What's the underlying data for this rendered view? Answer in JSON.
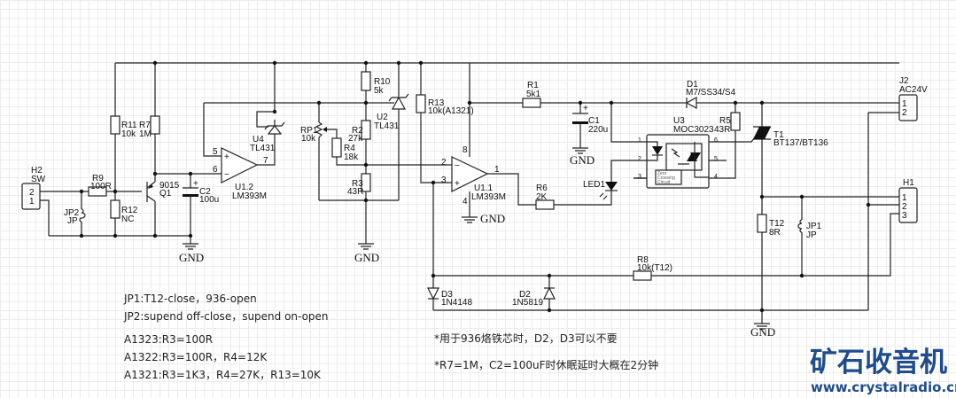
{
  "colors": {
    "wire": "#222222",
    "logo": "#1e4c8c",
    "grid": "#ececec"
  },
  "gnd": "GND",
  "components": {
    "H2": {
      "ref": "H2",
      "value": "SW",
      "pins": [
        "2",
        "1"
      ]
    },
    "R9": {
      "ref": "R9",
      "value": "100R"
    },
    "R11": {
      "ref": "R11",
      "value": "10k"
    },
    "R7": {
      "ref": "R7",
      "value": "1M"
    },
    "R12": {
      "ref": "R12",
      "value": "NC"
    },
    "Q1": {
      "ref": "Q1",
      "value": "9015"
    },
    "C2": {
      "ref": "C2",
      "value": "100u"
    },
    "JP2": {
      "ref": "JP2",
      "value": "JP"
    },
    "U4": {
      "ref": "U4",
      "value": "TL431"
    },
    "U1_2": {
      "ref": "U1.2",
      "value": "LM393M",
      "pins": [
        "5",
        "6",
        "7"
      ]
    },
    "R10": {
      "ref": "R10",
      "value": "5k"
    },
    "RP1": {
      "ref": "RP1",
      "value": "10k"
    },
    "R2": {
      "ref": "R2",
      "value": "27k"
    },
    "U2": {
      "ref": "U2",
      "value": "TL431"
    },
    "R4": {
      "ref": "R4",
      "value": "18k"
    },
    "R3": {
      "ref": "R3",
      "value": "43R"
    },
    "R13": {
      "ref": "R13",
      "value": "10k(A1321)"
    },
    "U1_1": {
      "ref": "U1.1",
      "value": "LM393M",
      "pins": [
        "2",
        "3",
        "1",
        "8",
        "4"
      ]
    },
    "R1": {
      "ref": "R1",
      "value": "5k1"
    },
    "C1": {
      "ref": "C1",
      "value": "220u"
    },
    "R6": {
      "ref": "R6",
      "value": "2K"
    },
    "LED1": {
      "ref": "LED1"
    },
    "D1": {
      "ref": "D1",
      "value": "M7/SS34/S4"
    },
    "U3": {
      "ref": "U3",
      "value": "MOC3023",
      "pins": [
        "1",
        "2",
        "3",
        "6",
        "5",
        "4"
      ],
      "inner": [
        "Zero",
        "Crossing",
        "Circuit"
      ]
    },
    "R5": {
      "ref": "R5",
      "value": "43R"
    },
    "T1": {
      "ref": "T1",
      "value": "BT137/BT136"
    },
    "J2": {
      "ref": "J2",
      "value": "AC24V",
      "pins": [
        "1",
        "2"
      ]
    },
    "H1": {
      "ref": "H1",
      "pins": [
        "1",
        "2",
        "3"
      ]
    },
    "T12": {
      "ref": "T12",
      "value": "8R"
    },
    "JP1": {
      "ref": "JP1",
      "value": "JP"
    },
    "R8": {
      "ref": "R8",
      "value": "10k(T12)"
    },
    "D3": {
      "ref": "D3",
      "value": "1N4148"
    },
    "D2": {
      "ref": "D2",
      "value": "1N5819"
    }
  },
  "notes_left": [
    "JP1:T12-close，936-open",
    "JP2:supend off-close，supend on-open",
    "A1323:R3=100R",
    "A1322:R3=100R，R4=12K",
    "A1321:R3=1K3，R4=27K，R13=10K"
  ],
  "notes_right": [
    "*用于936烙铁芯时，D2，D3可以不要",
    "*R7=1M，C2=100uF时休眠延时大概在2分钟"
  ],
  "logo": {
    "title": "矿石收音机",
    "url": "www.crystalradio.cn"
  }
}
